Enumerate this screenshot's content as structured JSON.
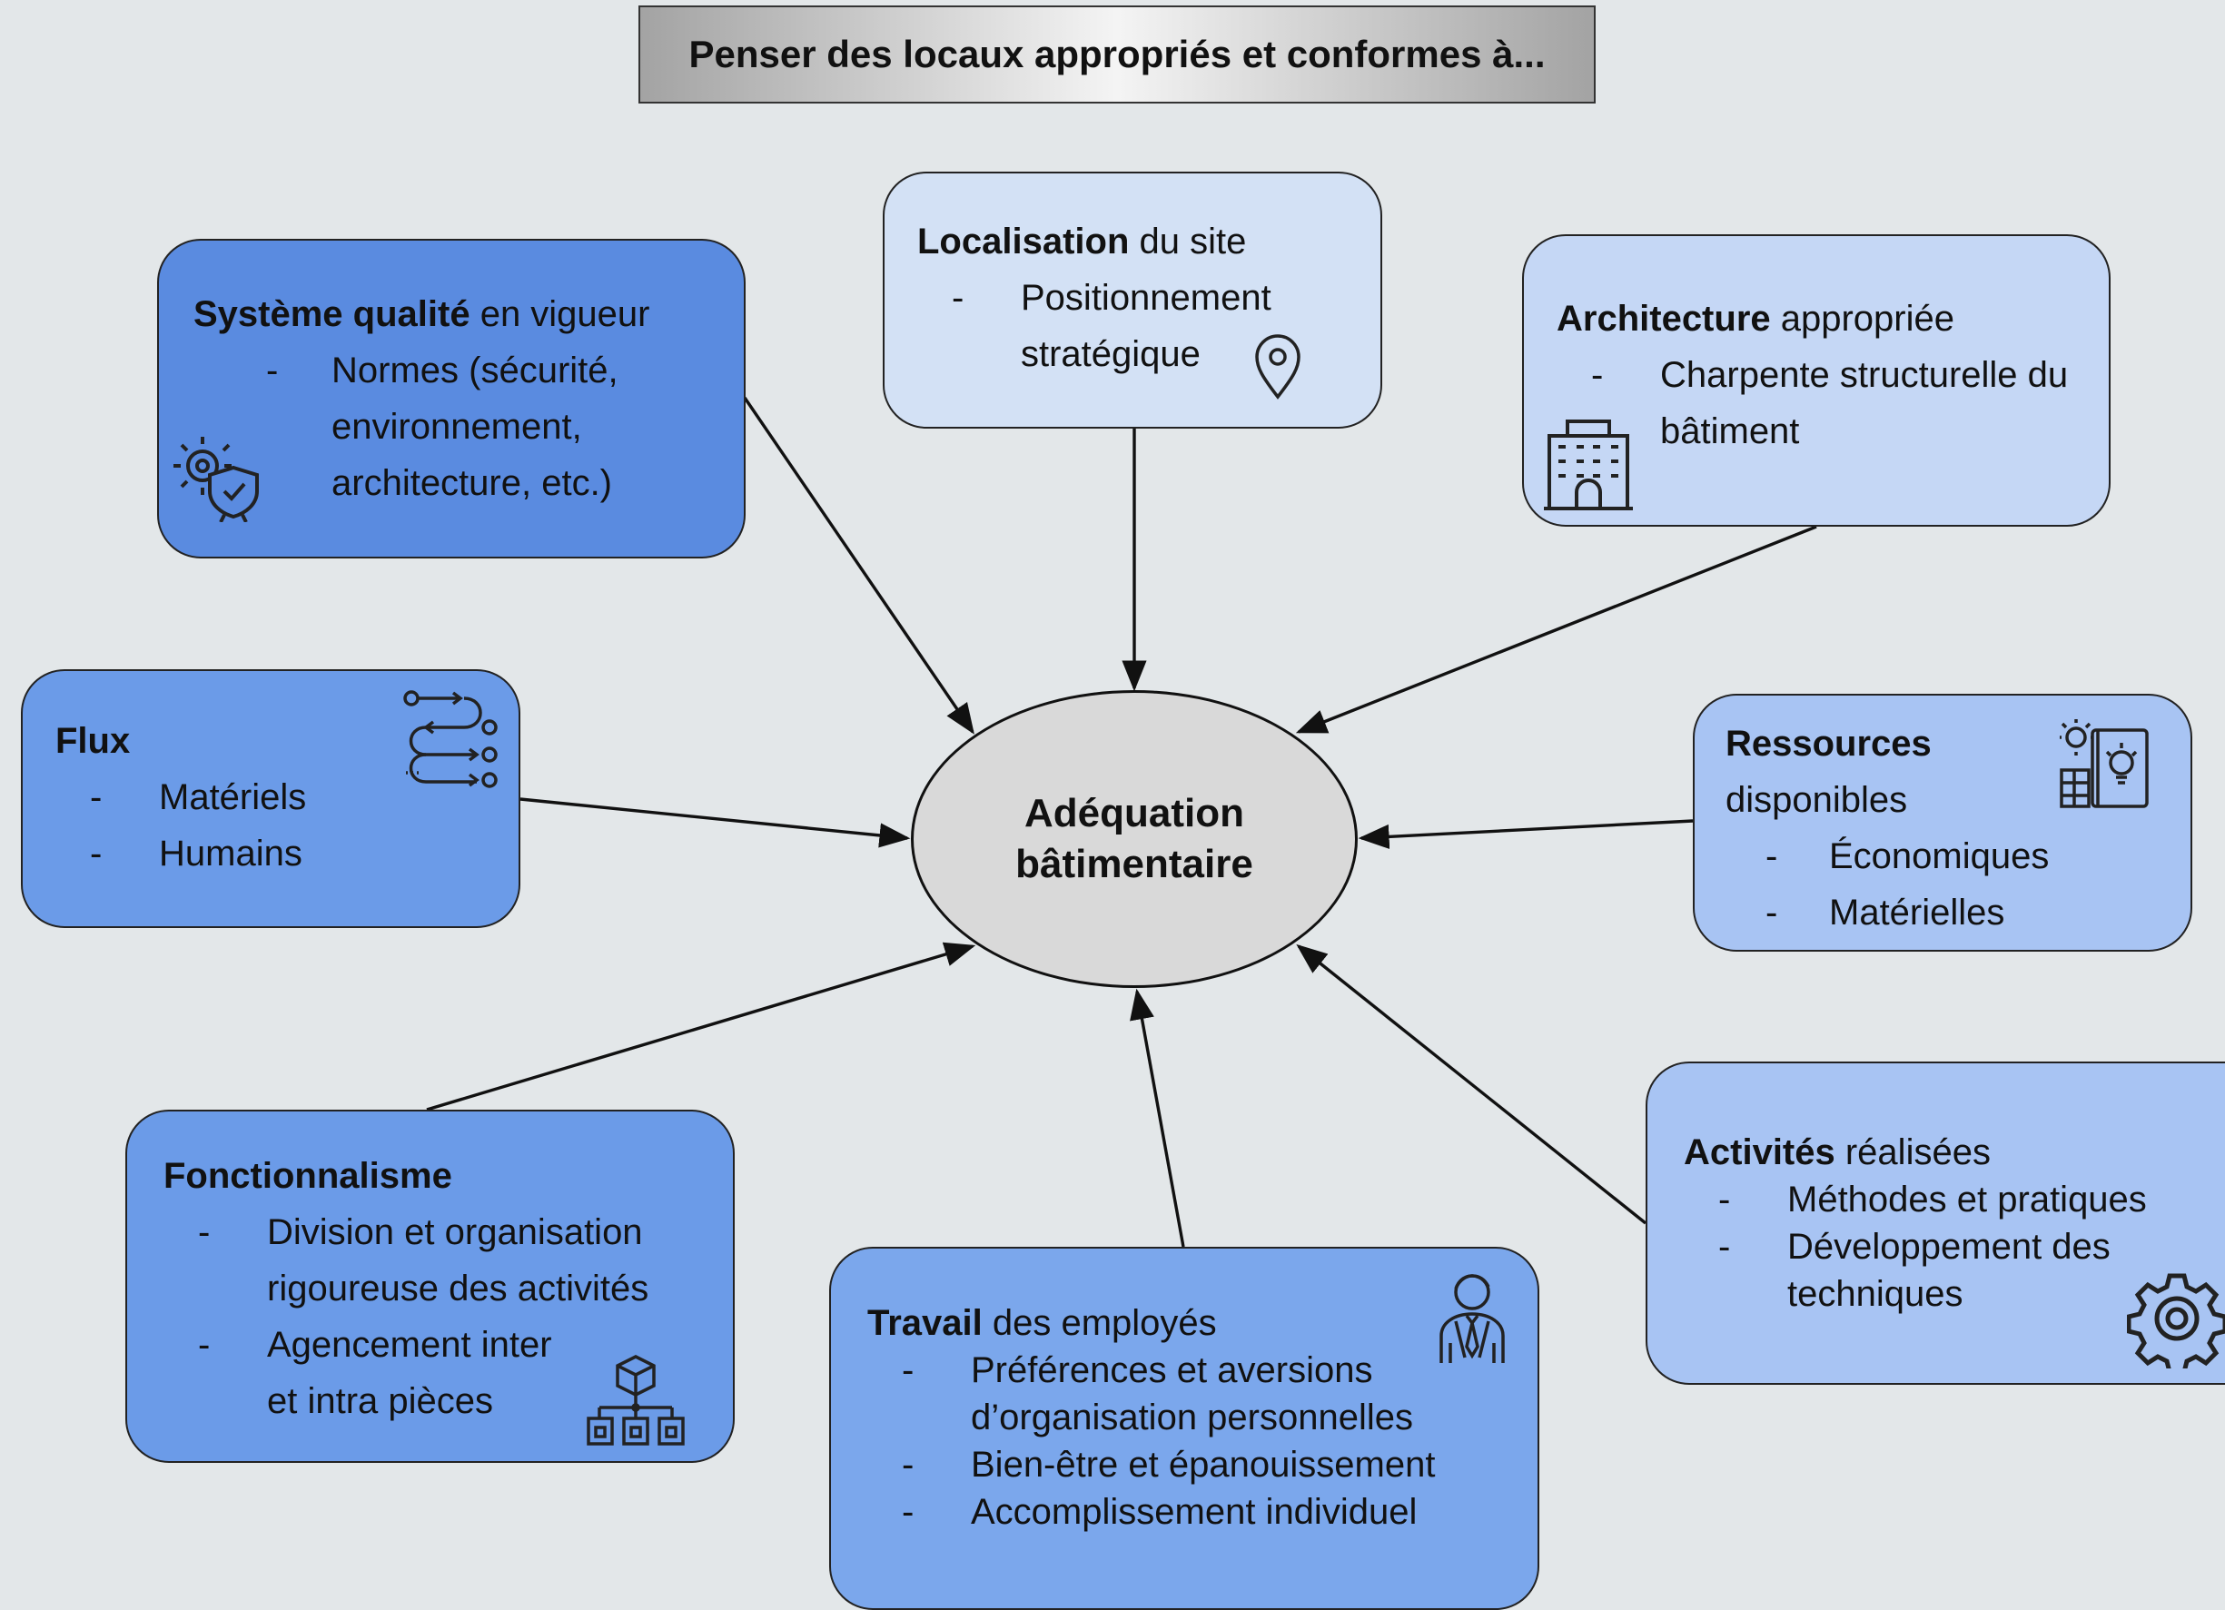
{
  "title": "Penser des locaux appropriés et conformes à...",
  "center": {
    "line1": "Adéquation",
    "line2": "bâtimentaire"
  },
  "boxes": {
    "systeme": {
      "bold": "Système qualité",
      "rest": " en vigueur",
      "items": [
        "Normes (sécurité, environnement, architecture, etc.)"
      ],
      "icon": "gear-shield-icon"
    },
    "localisation": {
      "bold": "Localisation",
      "rest": " du site",
      "items": [
        "Positionnement stratégique"
      ],
      "icon": "location-pin-icon"
    },
    "architecture": {
      "bold": "Architecture",
      "rest": " appropriée",
      "items": [
        "Charpente structurelle du bâtiment"
      ],
      "icon": "building-icon"
    },
    "flux": {
      "bold": "Flux",
      "rest": "",
      "items": [
        "Matériels",
        "Humains"
      ],
      "icon": "flow-icon"
    },
    "ressources": {
      "bold": "Ressources",
      "rest": "disponibles",
      "items": [
        "Économiques",
        "Matérielles"
      ],
      "icon": "resources-icon"
    },
    "fonctionnalisme": {
      "bold": "Fonctionnalisme",
      "rest": "",
      "items": [
        "Division et organisation rigoureuse des activités",
        "Agencement inter et intra pièces"
      ],
      "icon": "hierarchy-cube-icon"
    },
    "travail": {
      "bold": "Travail",
      "rest": " des employés",
      "items": [
        "Préférences et aversions d’organisation personnelles",
        "Bien-être et épanouissement",
        "Accomplissement individuel"
      ],
      "icon": "employee-icon"
    },
    "activites": {
      "bold": "Activités",
      "rest": " réalisées",
      "items": [
        "Méthodes et pratiques",
        "Développement des techniques"
      ],
      "icon": "gear-icon"
    }
  },
  "dash": "-",
  "colors": {
    "background": "#e3e7e9",
    "systeme": "#5a8be0",
    "flux": "#6b9be8",
    "fonctionnalisme": "#6b9be8",
    "travail": "#7ba7ec",
    "activites": "#a8c4f3",
    "ressources": "#a8c4f3",
    "architecture": "#c5d7f5",
    "localisation": "#d3e1f5",
    "center": "#d9d9d9"
  }
}
